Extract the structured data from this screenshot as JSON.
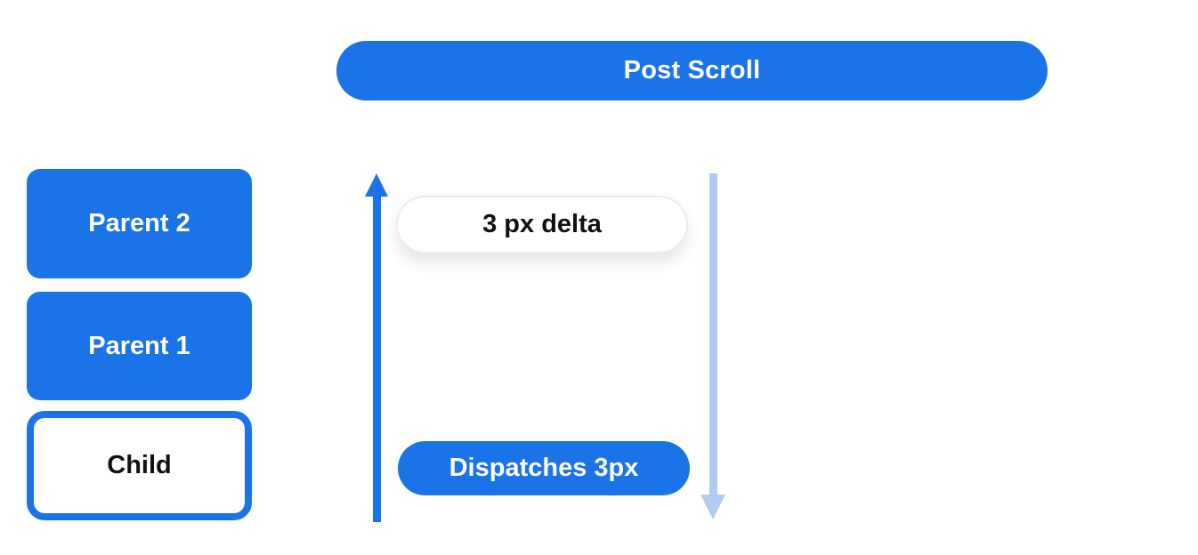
{
  "colors": {
    "primary_blue": "#1b73e8",
    "light_blue": "#b2cbf2",
    "text_dark": "#111111",
    "pill_border": "#ececec"
  },
  "header": {
    "post_scroll_label": "Post Scroll"
  },
  "stack": {
    "items": [
      {
        "label": "Parent 2",
        "variant": "filled"
      },
      {
        "label": "Parent 1",
        "variant": "filled"
      },
      {
        "label": "Child",
        "variant": "outlined"
      }
    ]
  },
  "flow": {
    "delta_label": "3 px delta",
    "dispatch_label": "Dispatches 3px",
    "up_arrow_color_key": "primary_blue",
    "down_arrow_color_key": "light_blue"
  }
}
